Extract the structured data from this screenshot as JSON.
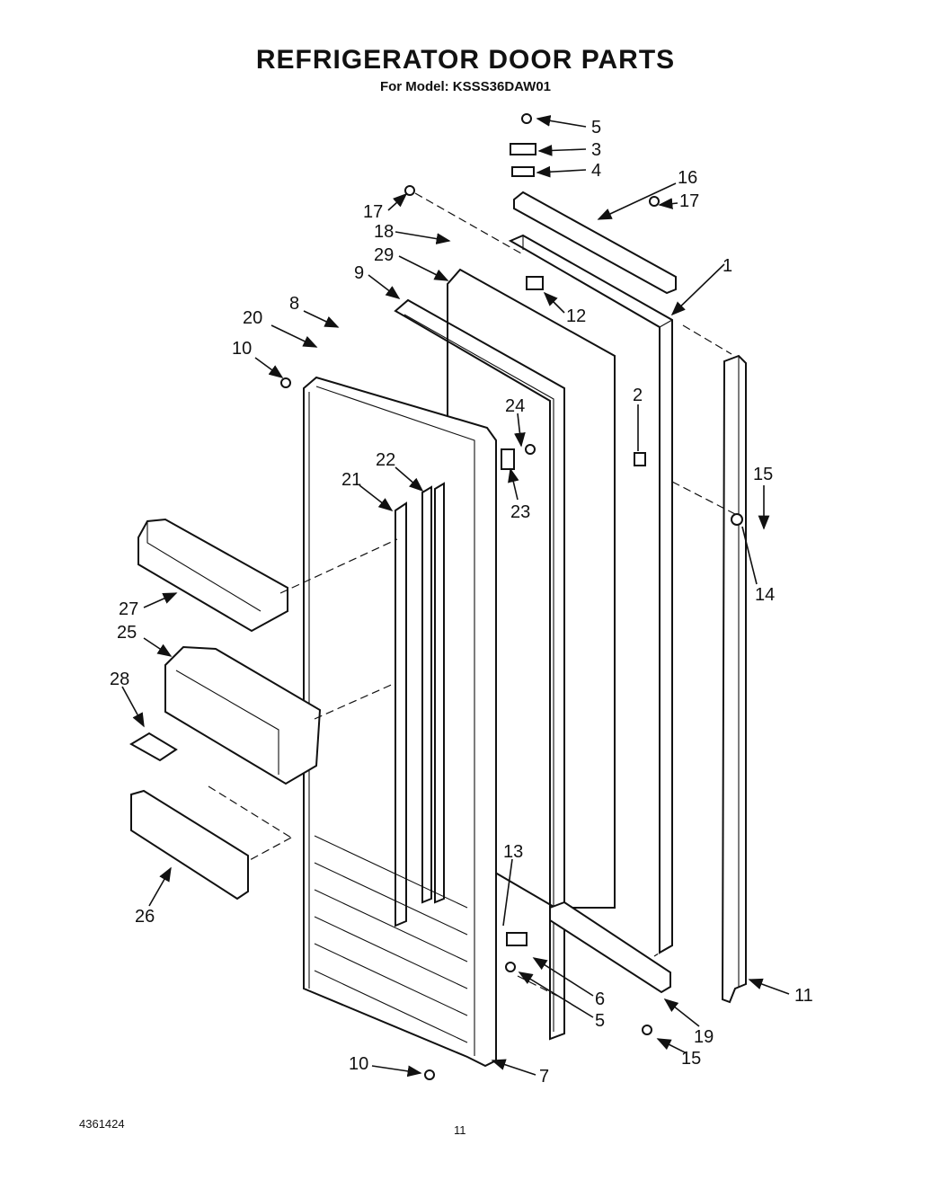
{
  "title": "REFRIGERATOR DOOR PARTS",
  "subtitle": "For Model: KSSS36DAW01",
  "footer_code": "4361424",
  "page_number": "11",
  "callouts": [
    {
      "id": "c5a",
      "text": "5"
    },
    {
      "id": "c3",
      "text": "3"
    },
    {
      "id": "c4",
      "text": "4"
    },
    {
      "id": "c16",
      "text": "16"
    },
    {
      "id": "c17a",
      "text": "17"
    },
    {
      "id": "c17b",
      "text": "17"
    },
    {
      "id": "c18",
      "text": "18"
    },
    {
      "id": "c29",
      "text": "29"
    },
    {
      "id": "c1",
      "text": "1"
    },
    {
      "id": "c9",
      "text": "9"
    },
    {
      "id": "c12",
      "text": "12"
    },
    {
      "id": "c8",
      "text": "8"
    },
    {
      "id": "c20",
      "text": "20"
    },
    {
      "id": "c10a",
      "text": "10"
    },
    {
      "id": "c2",
      "text": "2"
    },
    {
      "id": "c24",
      "text": "24"
    },
    {
      "id": "c15a",
      "text": "15"
    },
    {
      "id": "c22",
      "text": "22"
    },
    {
      "id": "c21",
      "text": "21"
    },
    {
      "id": "c23",
      "text": "23"
    },
    {
      "id": "c14",
      "text": "14"
    },
    {
      "id": "c27",
      "text": "27"
    },
    {
      "id": "c25",
      "text": "25"
    },
    {
      "id": "c28",
      "text": "28"
    },
    {
      "id": "c13",
      "text": "13"
    },
    {
      "id": "c26",
      "text": "26"
    },
    {
      "id": "c11",
      "text": "11"
    },
    {
      "id": "c6",
      "text": "6"
    },
    {
      "id": "c5b",
      "text": "5"
    },
    {
      "id": "c19",
      "text": "19"
    },
    {
      "id": "c15b",
      "text": "15"
    },
    {
      "id": "c10b",
      "text": "10"
    },
    {
      "id": "c7",
      "text": "7"
    }
  ]
}
